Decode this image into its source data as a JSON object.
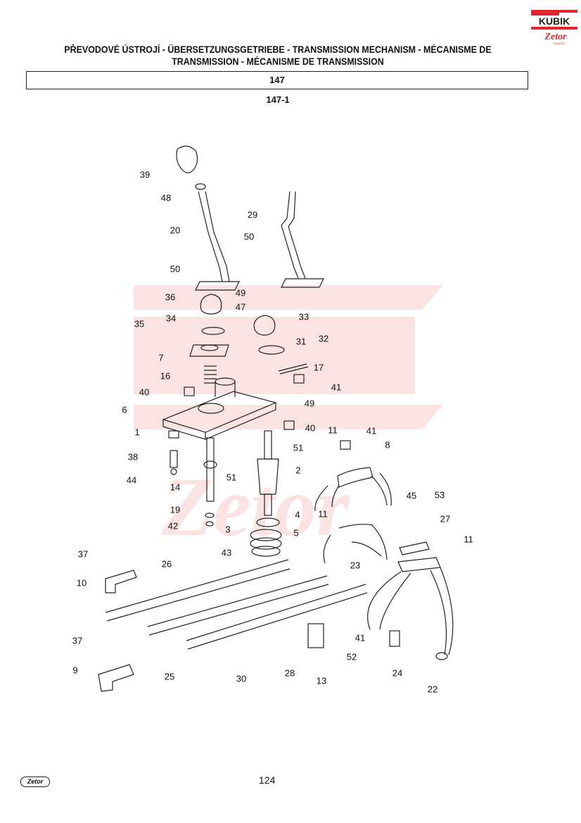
{
  "header": {
    "title_line1": "PŘEVODOVÉ ÚSTROJÍ - ÜBERSETZUNGSGETRIEBE - TRANSMISSION MECHANISM - MÉCANISME DE",
    "title_line2": "TRANSMISSION - MÉCANISME DE TRANSMISSION",
    "group_number": "147",
    "figure_number": "147-1"
  },
  "logo": {
    "brand": "KUBÍK",
    "sub": "Zetor",
    "tag": "DEALER",
    "color": "#e0262b"
  },
  "footer": {
    "logo_text": "Zetor",
    "page_number": "124"
  },
  "diagram": {
    "callouts": [
      "39",
      "48",
      "20",
      "29",
      "50",
      "50",
      "36",
      "49",
      "47",
      "33",
      "34",
      "35",
      "31",
      "32",
      "7",
      "16",
      "17",
      "40",
      "41",
      "49",
      "6",
      "40",
      "1",
      "11",
      "41",
      "51",
      "8",
      "38",
      "2",
      "51",
      "44",
      "14",
      "11",
      "45",
      "53",
      "19",
      "4",
      "27",
      "42",
      "3",
      "5",
      "11",
      "43",
      "37",
      "26",
      "23",
      "10",
      "41",
      "37",
      "52",
      "28",
      "9",
      "25",
      "30",
      "13",
      "24",
      "22"
    ]
  }
}
